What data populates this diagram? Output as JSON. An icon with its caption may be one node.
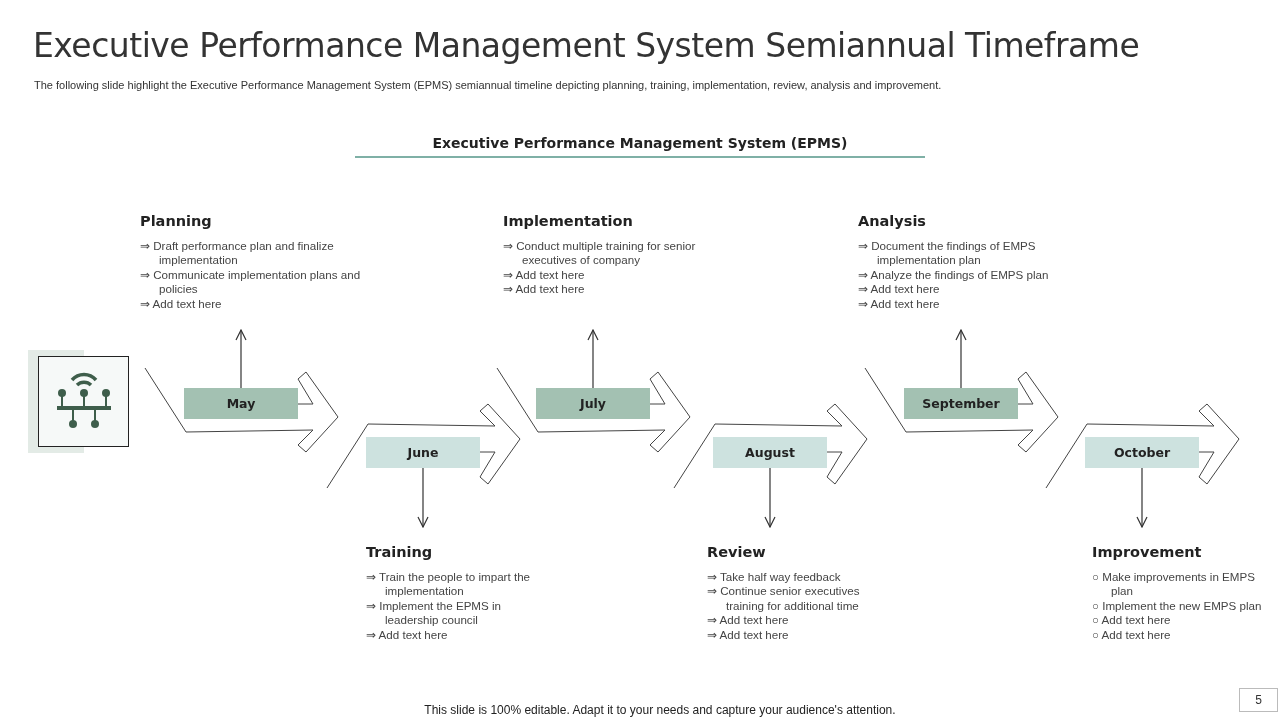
{
  "diagram": {
    "title": "Executive Performance Management System Semiannual Timeframe",
    "nodes": [
      {
        "text": [
          "Planning",
          "⇒ Draft performance plan and finalize implementation",
          "⇒ Communicate implementation plans and policies",
          "⇒ Add text here"
        ]
      },
      {
        "text": [
          "Implementation",
          "⇒ Conduct multiple training for senior executives of company",
          "⇒ Add text here",
          "⇒ Add text here"
        ]
      },
      {
        "text": [
          "Analysis",
          "⇒ Document the findings of EMPS implementation plan",
          "⇒ Analyze the findings of EMPS plan",
          "⇒ Add text here",
          "⇒ Add text here"
        ]
      },
      {
        "text": [
          "May"
        ]
      },
      {
        "text": [
          "June"
        ]
      },
      {
        "text": [
          "July"
        ]
      },
      {
        "text": [
          "August"
        ]
      },
      {
        "text": [
          "September"
        ]
      },
      {
        "text": [
          "October"
        ]
      },
      {
        "text": [
          "Training",
          "⇒ Train the people to impart the implementation",
          "⇒ Implement the EPMS in leadership council",
          "⇒ Add text here"
        ]
      },
      {
        "text": [
          "Review",
          "⇒ Take half way feedback",
          "⇒ Continue senior executives training for additional time",
          "⇒ Add text here",
          "⇒ Add text here"
        ]
      },
      {
        "text": [
          "Improvement",
          "○ Make improvements in EMPS plan",
          "○ Implement the new EMPS plan",
          "○ Add text here",
          "○ Add text here"
        ]
      }
    ],
    "edges": [
      {
        "from": 3,
        "to": 0,
        "arrow": "to"
      },
      {
        "from": 4,
        "to": 9,
        "arrow": "to"
      },
      {
        "from": 5,
        "to": 1,
        "arrow": "to"
      },
      {
        "from": 6,
        "to": 10,
        "arrow": "to"
      },
      {
        "from": 7,
        "to": 2,
        "arrow": "to"
      },
      {
        "from": 8,
        "to": 11,
        "arrow": "to"
      }
    ],
    "labels": [
      "The following slide highlight the Executive Performance Management System (EPMS) semiannual timeline depicting planning, training, implementation, review, analysis and improvement.",
      "Executive Performance Management System (EPMS)",
      "This slide is 100% editable. Adapt it to your needs and capture your audience's attention.",
      "5"
    ]
  }
}
